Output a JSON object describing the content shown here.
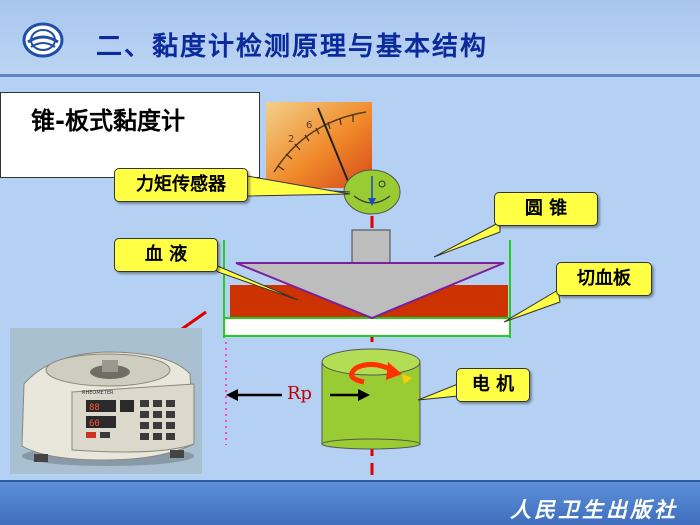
{
  "slide": {
    "title": "二、黏度计检测原理与基本结构",
    "subtitle": "锥-板式黏度计",
    "publisher": "人民卫生出版社"
  },
  "diagram": {
    "labels": {
      "torque_sensor": "力矩传感器",
      "cone": "圆 锥",
      "blood": "血 液",
      "plate": "切血板",
      "motor": "电 机",
      "radius": "Rp"
    }
  },
  "device": {
    "panel_text": "RHEOMETER"
  },
  "colors": {
    "background": "#b4d0f2",
    "title": "#0b2a9c",
    "callout": "#ffff44",
    "cone_fill": "#bdbdbd",
    "blood": "#cc3300",
    "motor": "#99cc33",
    "axis": "#e00000",
    "container": "#22cc22"
  }
}
